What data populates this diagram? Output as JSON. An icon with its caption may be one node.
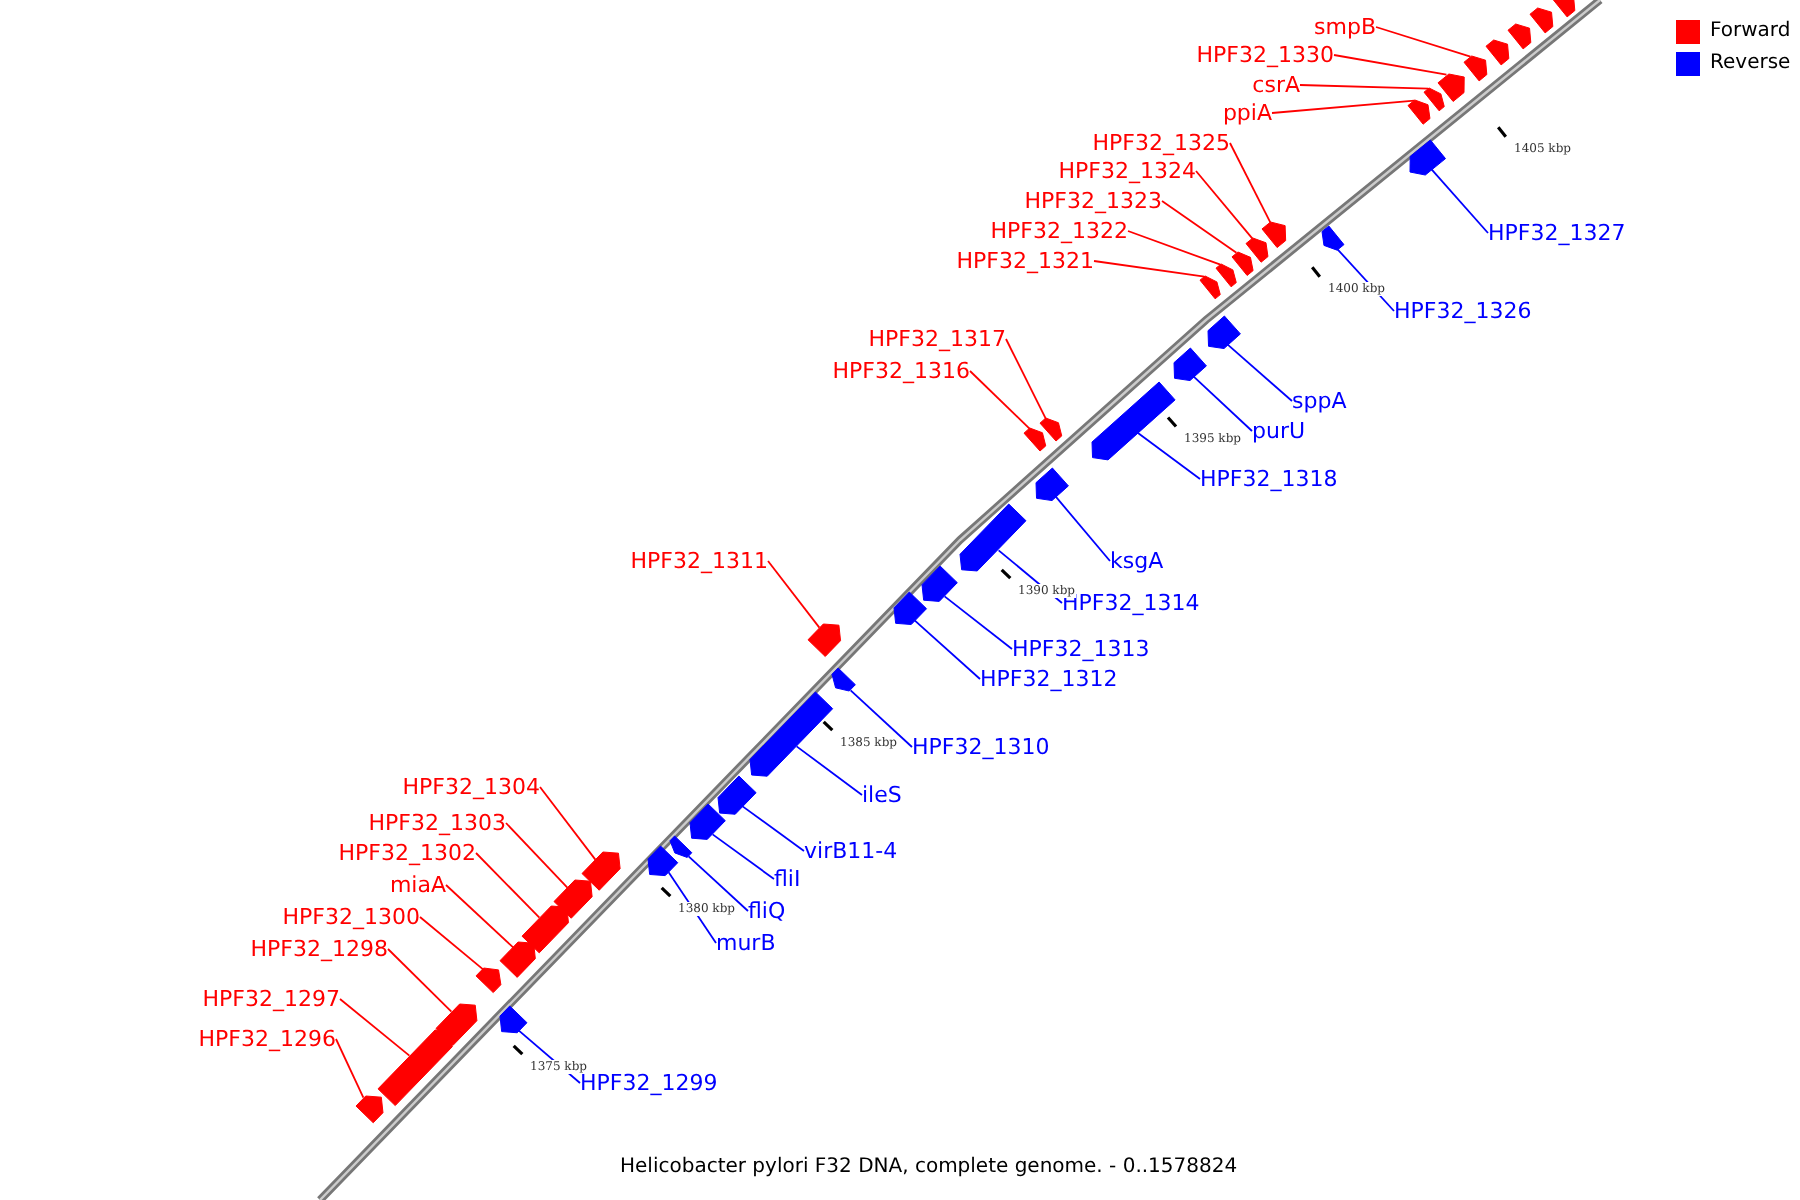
{
  "diagram": {
    "caption": "Helicobacter pylori F32 DNA, complete genome. - 0..1578824",
    "nodes": [
      {
        "text": [],
        "shape": "pentagon"
      },
      {
        "text": [],
        "shape": "pentagon"
      },
      {
        "text": [],
        "shape": "pentagon"
      },
      {
        "text": [],
        "shape": "pentagon"
      },
      {
        "text": [
          "smpB"
        ]
      },
      {
        "text": [],
        "shape": "pentagon"
      },
      {
        "text": [
          "HPF32_1330"
        ]
      },
      {
        "text": [],
        "shape": "pentagon"
      },
      {
        "text": [
          "csrA"
        ]
      },
      {
        "text": [],
        "shape": "pentagon"
      },
      {
        "text": [
          "ppiA"
        ]
      },
      {
        "text": [],
        "shape": "pentagon"
      },
      {
        "text": [
          "HPF32_1325"
        ]
      },
      {
        "text": [],
        "shape": "pentagon"
      },
      {
        "text": [
          "HPF32_1324"
        ]
      },
      {
        "text": [],
        "shape": "pentagon"
      },
      {
        "text": [
          "HPF32_1323"
        ]
      },
      {
        "text": [],
        "shape": "pentagon"
      },
      {
        "text": [
          "HPF32_1322"
        ]
      },
      {
        "text": [],
        "shape": "pentagon"
      },
      {
        "text": [
          "HPF32_1321"
        ]
      },
      {
        "text": [],
        "shape": "pentagon"
      },
      {
        "text": [
          "HPF32_1327"
        ]
      },
      {
        "text": [],
        "shape": "pentagon"
      },
      {
        "text": [
          "HPF32_1326"
        ]
      },
      {
        "text": [],
        "shape": "pentagon"
      },
      {
        "text": [
          "HPF32_1317"
        ]
      },
      {
        "text": [],
        "shape": "pentagon"
      },
      {
        "text": [
          "HPF32_1316"
        ]
      },
      {
        "text": [],
        "shape": "pentagon"
      },
      {
        "text": [
          "sppA"
        ]
      },
      {
        "text": [],
        "shape": "pentagon"
      },
      {
        "text": [
          "purU"
        ]
      },
      {
        "text": [],
        "shape": "pentagon"
      },
      {
        "text": [
          "HPF32_1318"
        ]
      },
      {
        "text": [],
        "shape": "pentagon"
      },
      {
        "text": [
          "HPF32_1311"
        ]
      },
      {
        "text": [],
        "shape": "pentagon"
      },
      {
        "text": [
          "ksgA"
        ]
      },
      {
        "text": [],
        "shape": "pentagon"
      },
      {
        "text": [
          "HPF32_1314"
        ]
      },
      {
        "text": [],
        "shape": "pentagon"
      },
      {
        "text": [
          "HPF32_1313"
        ]
      },
      {
        "text": [],
        "shape": "pentagon"
      },
      {
        "text": [
          "HPF32_1312"
        ]
      },
      {
        "text": [],
        "shape": "pentagon"
      },
      {
        "text": [
          "HPF32_1310"
        ]
      },
      {
        "text": [],
        "shape": "pentagon"
      },
      {
        "text": [
          "HPF32_1304"
        ]
      },
      {
        "text": [],
        "shape": "pentagon"
      },
      {
        "text": [
          "HPF32_1303"
        ]
      },
      {
        "text": [],
        "shape": "pentagon"
      },
      {
        "text": [
          "ileS"
        ]
      },
      {
        "text": [],
        "shape": "pentagon"
      },
      {
        "text": [
          "HPF32_1302"
        ]
      },
      {
        "text": [],
        "shape": "pentagon"
      },
      {
        "text": [
          "virB11-4"
        ]
      },
      {
        "text": [],
        "shape": "pentagon"
      },
      {
        "text": [
          "fliI"
        ]
      },
      {
        "text": [],
        "shape": "pentagon"
      },
      {
        "text": [
          "miaA"
        ]
      },
      {
        "text": [],
        "shape": "pentagon"
      },
      {
        "text": [
          "fliQ"
        ]
      },
      {
        "text": [],
        "shape": "pentagon"
      },
      {
        "text": [
          "HPF32_1300"
        ]
      },
      {
        "text": [],
        "shape": "pentagon"
      },
      {
        "text": [
          "murB"
        ]
      },
      {
        "text": [],
        "shape": "pentagon"
      },
      {
        "text": [
          "HPF32_1298"
        ]
      },
      {
        "text": [],
        "shape": "pentagon"
      },
      {
        "text": [
          "HPF32_1297"
        ]
      },
      {
        "text": [],
        "shape": "pentagon"
      },
      {
        "text": [
          "HPF32_1299"
        ]
      },
      {
        "text": [],
        "shape": "pentagon"
      },
      {
        "text": [
          "HPF32_1296"
        ]
      },
      {
        "text": [],
        "shape": "pentagon"
      }
    ],
    "edges": [
      {
        "from": 4,
        "to": 5,
        "arrow": "none",
        "color": "#ff0000"
      },
      {
        "from": 6,
        "to": 7,
        "arrow": "none",
        "color": "#ff0000"
      },
      {
        "from": 8,
        "to": 9,
        "arrow": "none",
        "color": "#ff0000"
      },
      {
        "from": 10,
        "to": 11,
        "arrow": "none",
        "color": "#ff0000"
      },
      {
        "from": 12,
        "to": 13,
        "arrow": "none",
        "color": "#ff0000"
      },
      {
        "from": 14,
        "to": 15,
        "arrow": "none",
        "color": "#ff0000"
      },
      {
        "from": 16,
        "to": 17,
        "arrow": "none",
        "color": "#ff0000"
      },
      {
        "from": 18,
        "to": 19,
        "arrow": "none",
        "color": "#ff0000"
      },
      {
        "from": 20,
        "to": 21,
        "arrow": "none",
        "color": "#ff0000"
      },
      {
        "from": 22,
        "to": 23,
        "arrow": "none",
        "color": "#0000ff"
      },
      {
        "from": 24,
        "to": 25,
        "arrow": "none",
        "color": "#0000ff"
      },
      {
        "from": 26,
        "to": 27,
        "arrow": "none",
        "color": "#ff0000"
      },
      {
        "from": 28,
        "to": 29,
        "arrow": "none",
        "color": "#ff0000"
      },
      {
        "from": 30,
        "to": 31,
        "arrow": "none",
        "color": "#0000ff"
      },
      {
        "from": 32,
        "to": 33,
        "arrow": "none",
        "color": "#0000ff"
      },
      {
        "from": 34,
        "to": 35,
        "arrow": "none",
        "color": "#0000ff"
      },
      {
        "from": 36,
        "to": 37,
        "arrow": "none",
        "color": "#ff0000"
      },
      {
        "from": 38,
        "to": 39,
        "arrow": "none",
        "color": "#0000ff"
      },
      {
        "from": 40,
        "to": 41,
        "arrow": "none",
        "color": "#0000ff"
      },
      {
        "from": 42,
        "to": 43,
        "arrow": "none",
        "color": "#0000ff"
      },
      {
        "from": 44,
        "to": 45,
        "arrow": "none",
        "color": "#0000ff"
      },
      {
        "from": 46,
        "to": 47,
        "arrow": "none",
        "color": "#0000ff"
      },
      {
        "from": 48,
        "to": 49,
        "arrow": "none",
        "color": "#ff0000"
      },
      {
        "from": 50,
        "to": 51,
        "arrow": "none",
        "color": "#ff0000"
      },
      {
        "from": 52,
        "to": 53,
        "arrow": "none",
        "color": "#0000ff"
      },
      {
        "from": 54,
        "to": 55,
        "arrow": "none",
        "color": "#ff0000"
      },
      {
        "from": 56,
        "to": 57,
        "arrow": "none",
        "color": "#0000ff"
      },
      {
        "from": 58,
        "to": 59,
        "arrow": "none",
        "color": "#0000ff"
      },
      {
        "from": 60,
        "to": 61,
        "arrow": "none",
        "color": "#ff0000"
      },
      {
        "from": 62,
        "to": 63,
        "arrow": "none",
        "color": "#0000ff"
      },
      {
        "from": 64,
        "to": 65,
        "arrow": "none",
        "color": "#ff0000"
      },
      {
        "from": 66,
        "to": 67,
        "arrow": "none",
        "color": "#0000ff"
      },
      {
        "from": 68,
        "to": 69,
        "arrow": "none",
        "color": "#ff0000"
      },
      {
        "from": 70,
        "to": 71,
        "arrow": "none",
        "color": "#ff0000"
      },
      {
        "from": 72,
        "to": 73,
        "arrow": "none",
        "color": "#0000ff"
      },
      {
        "from": 74,
        "to": 75,
        "arrow": "none",
        "color": "#ff0000"
      }
    ],
    "labels": [
      "1405 kbp",
      "1400 kbp",
      "1395 kbp",
      "1390 kbp",
      "1385 kbp",
      "1380 kbp",
      "1375 kbp"
    ],
    "legend": [
      {
        "text": "Forward",
        "color": "#ff0000"
      },
      {
        "text": "Reverse",
        "color": "#0000ff"
      }
    ]
  }
}
